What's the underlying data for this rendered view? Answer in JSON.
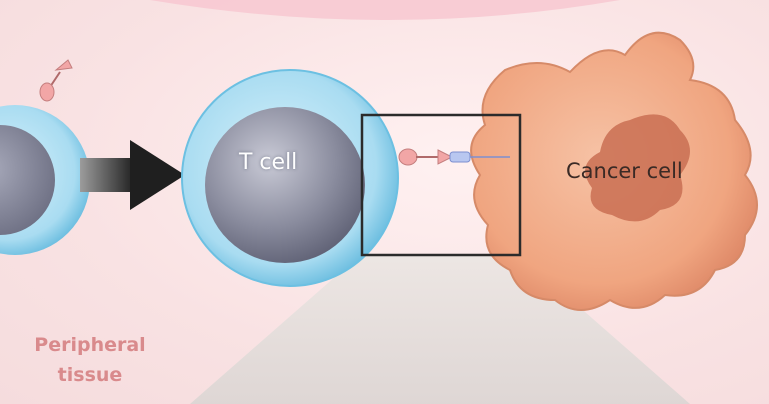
{
  "labels": {
    "t_cell": "T cell",
    "cancer_cell": "Cancer cell",
    "tissue_line1": "Peripheral",
    "tissue_line2": "tissue"
  },
  "colors": {
    "background": "#fce9ea",
    "t_cell_membrane": "#a9dcf1",
    "t_cell_nucleus": "#8a8c9e",
    "cancer_cell": "#f0a580",
    "cancer_nucleus": "#c96f52",
    "arrow": "#2c2c2c",
    "tissue_text": "#d98a8c",
    "receptor": "#f2a6a6"
  },
  "icons": {
    "arrow": "right-arrow-icon",
    "receptor": "tcr-receptor-icon",
    "ligand": "antigen-ligand-icon"
  }
}
